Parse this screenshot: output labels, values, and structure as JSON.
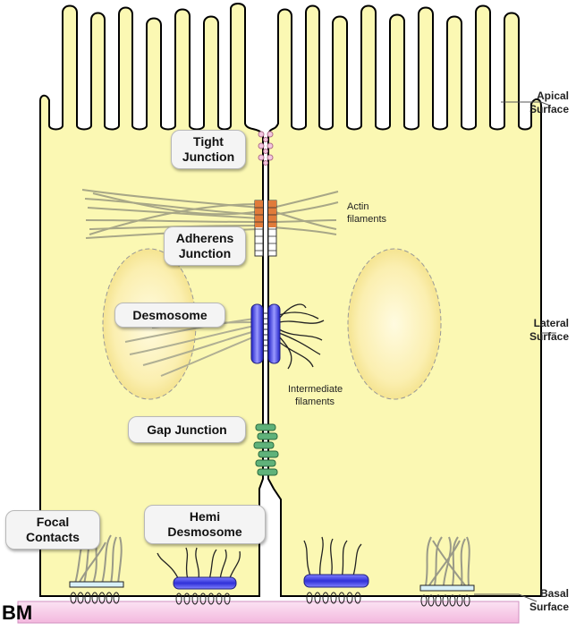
{
  "labels": {
    "tight_junction": [
      "Tight",
      "Junction"
    ],
    "adherens_junction": [
      "Adherens",
      "Junction"
    ],
    "desmosome": "Desmosome",
    "gap_junction": "Gap Junction",
    "focal_contacts": [
      "Focal",
      "Contacts"
    ],
    "hemidesmosome": [
      "Hemi",
      "Desmosome"
    ],
    "actin_filaments": [
      "Actin",
      "filaments"
    ],
    "intermediate_filaments": [
      "Intermediate",
      "filaments"
    ],
    "apical_surface": [
      "Apical",
      "Surface"
    ],
    "lateral_surface": [
      "Lateral",
      "Surface"
    ],
    "basal_surface": [
      "Basal",
      "Surface"
    ],
    "basement_membrane": "BM"
  },
  "colors": {
    "cytoplasm": "#fbf8b3",
    "nucleus_inner": "#fff5c8",
    "nucleus_outer": "#f5e79a",
    "adherens": "#e07b3a",
    "desmosome": "#3a3ae0",
    "gap_junction": "#4fa86a",
    "basement_membrane": "#f7c7e6",
    "actin": "#9a9a80"
  }
}
